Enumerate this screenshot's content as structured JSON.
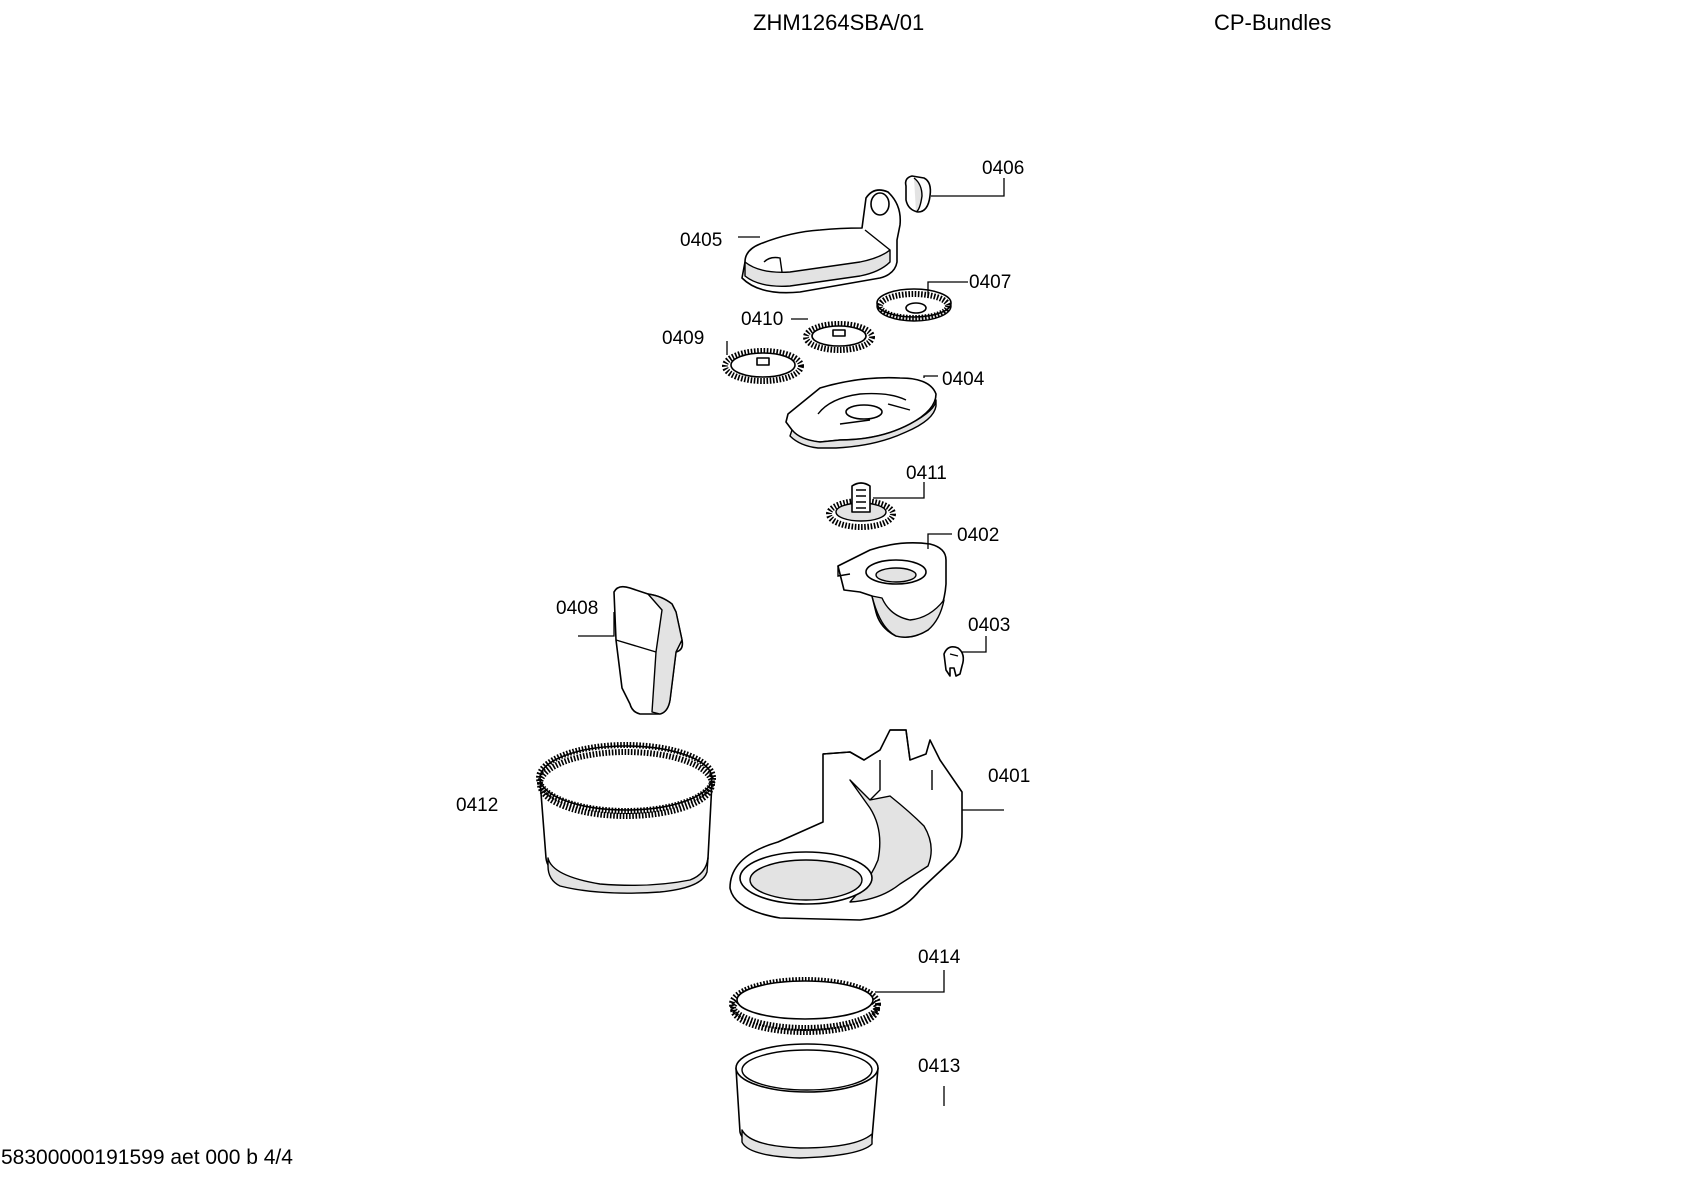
{
  "header": {
    "model": "ZHM1264SBA/01",
    "section": "CP-Bundles"
  },
  "footer": {
    "document_code": "58300000191599 aet 000 b 4/4"
  },
  "parts": [
    {
      "id": "p0401",
      "label": "0401"
    },
    {
      "id": "p0402",
      "label": "0402"
    },
    {
      "id": "p0403",
      "label": "0403"
    },
    {
      "id": "p0404",
      "label": "0404"
    },
    {
      "id": "p0405",
      "label": "0405"
    },
    {
      "id": "p0406",
      "label": "0406"
    },
    {
      "id": "p0407",
      "label": "0407"
    },
    {
      "id": "p0408",
      "label": "0408"
    },
    {
      "id": "p0409",
      "label": "0409"
    },
    {
      "id": "p0410",
      "label": "0410"
    },
    {
      "id": "p0411",
      "label": "0411"
    },
    {
      "id": "p0412",
      "label": "0412"
    },
    {
      "id": "p0413",
      "label": "0413"
    },
    {
      "id": "p0414",
      "label": "0414"
    }
  ]
}
